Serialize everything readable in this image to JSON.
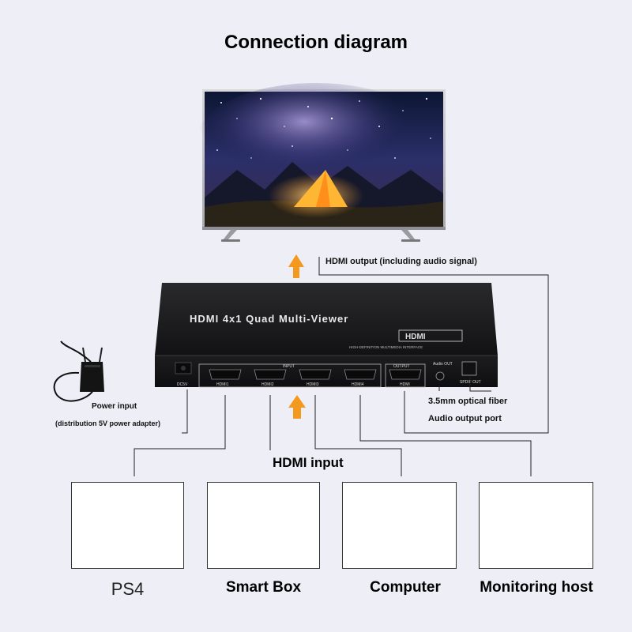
{
  "title": "Connection diagram",
  "labels": {
    "hdmi_output": "HDMI output (including audio signal)",
    "power_input": "Power input",
    "power_adapter": "(distribution 5V power adapter)",
    "optical_fiber": "3.5mm optical fiber",
    "audio_output_port": "Audio output port",
    "hdmi_input": "HDMI input"
  },
  "unit": {
    "name": "HDMI 4x1 Quad Multi-Viewer",
    "brand": "HDMI",
    "tagline": "HIGH-DEFINITION MULTIMEDIA INTERFACE",
    "power_port": "DC5V",
    "input_group": "INPUT",
    "inputs": [
      "HDMI1",
      "HDMI2",
      "HDMI3",
      "HDMI4"
    ],
    "output_group": "OUTPUT",
    "output": "HDMI",
    "audio_out": "Audio OUT",
    "spdif_out": "SPDIF OUT"
  },
  "devices": [
    {
      "label": "PS4",
      "icon": "ps4-console-icon"
    },
    {
      "label": "Smart Box",
      "icon": "smart-box-icon"
    },
    {
      "label": "Computer",
      "icon": "computer-tower-icon"
    },
    {
      "label": "Monitoring host",
      "icon": "monitoring-host-icon"
    }
  ],
  "colors": {
    "background": "#eeeef6",
    "arrow": "#f39a1e",
    "unit_body": "#1c1c1e",
    "line": "#222222"
  }
}
